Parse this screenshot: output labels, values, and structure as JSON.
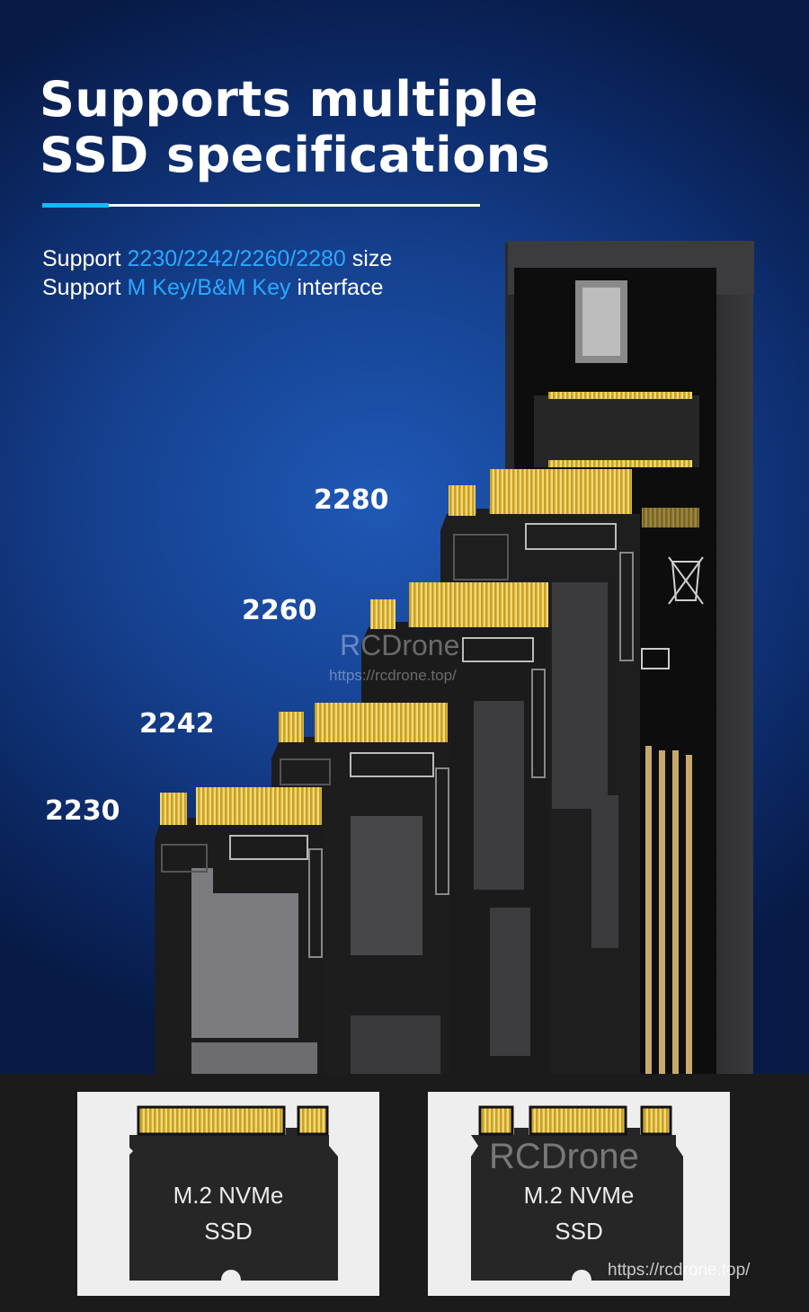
{
  "title": {
    "line1": "Supports multiple",
    "line2": "SSD specifications"
  },
  "specs": [
    {
      "prefix": "Support ",
      "highlight": "2230/2242/2260/2280",
      "suffix": " size"
    },
    {
      "prefix": "Support ",
      "highlight": "M Key/B&M Key",
      "suffix": " interface"
    }
  ],
  "sizes": [
    "2280",
    "2260",
    "2242",
    "2230"
  ],
  "watermark": {
    "brand": "RCDrone",
    "url": "https://rcdrone.top/"
  },
  "cards": [
    {
      "line1": "M.2 NVMe",
      "line2": "SSD",
      "key": "M Key"
    },
    {
      "line1": "M.2 NVMe",
      "line2": "SSD",
      "key": "B&M Key"
    }
  ],
  "colors": {
    "accent": "#2aa8ff",
    "rule_accent": "#19b6ff",
    "gold": "#e8c23c",
    "pcb": "#1c1c1c"
  }
}
